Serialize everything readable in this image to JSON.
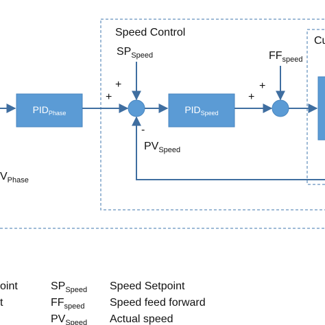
{
  "colors": {
    "block_fill": "#5b9bd5",
    "block_stroke": "#4a86bf",
    "dashed_border": "#7fa3c8",
    "line": "#3f6ea0",
    "text": "#111111"
  },
  "speed_control": {
    "title": "Speed Control"
  },
  "current_control": {
    "title_fragment": "Cu"
  },
  "blocks": {
    "pid_phase": {
      "main": "PID",
      "sub": "Phase"
    },
    "pid_speed": {
      "main": "PID",
      "sub": "Speed"
    }
  },
  "signals": {
    "sp_speed": {
      "main": "SP",
      "sub": "Speed"
    },
    "ff_speed": {
      "main": "FF",
      "sub": "speed"
    },
    "pv_speed": {
      "main": "PV",
      "sub": "Speed"
    },
    "pv_phase_fragment": {
      "main": "V",
      "sub": "Phase"
    }
  },
  "signs": {
    "sum1_left": "+",
    "sum1_top": "+",
    "sum1_bottom": "-",
    "sum2_left": "+",
    "sum2_top": "+"
  },
  "legend": [
    {
      "abbr_fragment": "oint",
      "symbol_main": "SP",
      "symbol_sub": "Speed",
      "description": "Speed Setpoint"
    },
    {
      "abbr_fragment": "t",
      "symbol_main": "FF",
      "symbol_sub": "speed",
      "description": "Speed feed forward"
    },
    {
      "abbr_fragment": "",
      "symbol_main": "PV",
      "symbol_sub": "Speed",
      "description": "Actual speed"
    }
  ]
}
